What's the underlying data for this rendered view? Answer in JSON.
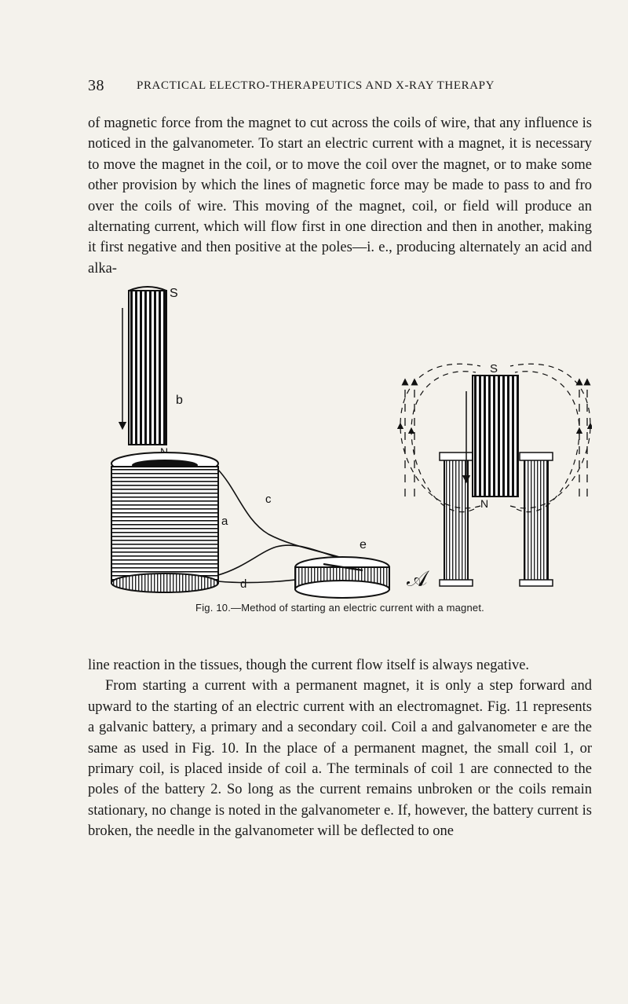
{
  "header": {
    "page_number": "38",
    "running_head": "PRACTICAL ELECTRO-THERAPEUTICS AND X-RAY THERAPY"
  },
  "top_paragraph": "of magnetic force from the magnet to cut across the coils of wire, that any influence is noticed in the galvanometer. To start an electric current with a magnet, it is necessary to move the magnet in the coil, or to move the coil over the magnet, or to make some other provision by which the lines of magnetic force may be made to pass to and fro over the coils of wire. This moving of the magnet, coil, or field will produce an alternating current, which will flow first in one direction and then in another, making it first negative and then positive at the poles—i. e., producing alternately an acid and alka-",
  "figure": {
    "caption": "Fig. 10.—Method of starting an electric current with a magnet.",
    "labels": {
      "s_left": "S",
      "b": "b",
      "n_left": "N",
      "a": "a",
      "c": "c",
      "d": "d",
      "e": "e",
      "s_right": "S",
      "n_right": "N"
    }
  },
  "bottom_paragraphs": [
    "line reaction in the tissues, though the current flow itself is always negative.",
    "From starting a current with a permanent magnet, it is only a step forward and upward to the starting of an electric current with an electromagnet. Fig. 11 represents a galvanic battery, a primary and a secondary coil. Coil a and galvanometer e are the same as used in Fig. 10. In the place of a permanent magnet, the small coil 1, or primary coil, is placed inside of coil a. The terminals of coil 1 are connected to the poles of the battery 2. So long as the current remains unbroken or the coils remain stationary, no change is noted in the galvanometer e. If, however, the battery current is broken, the needle in the galvanometer will be deflected to one"
  ]
}
